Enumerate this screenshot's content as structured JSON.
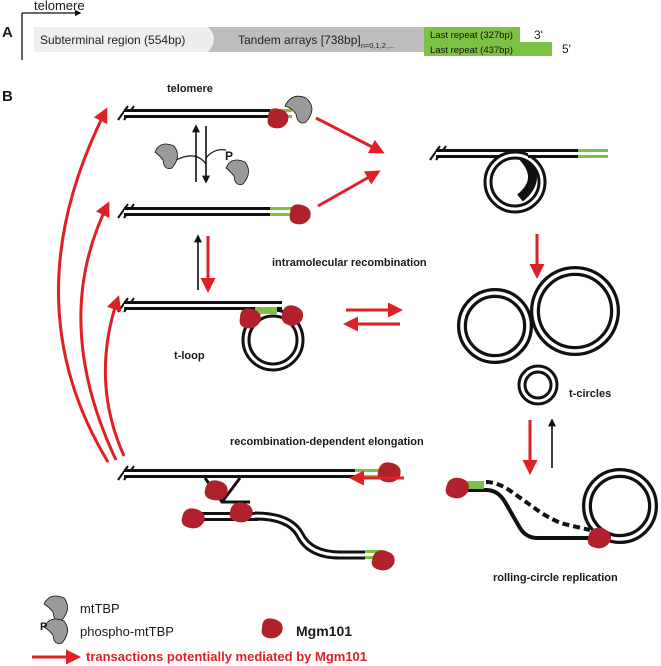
{
  "panel_a": {
    "letter": "A",
    "telomere_label": "telomere",
    "subterminal_label": "Subterminal region (554bp)",
    "tandem_label": "Tandem arrays [738bp]",
    "tandem_subscript": "n=0,1,2,...",
    "repeat_top": "Last repeat (327bp)",
    "repeat_bottom": "Last repeat (437bp)",
    "end_top": "3'",
    "end_bottom": "5'"
  },
  "panel_b": {
    "letter": "B",
    "telomere_label": "telomere",
    "phospho_mark": "P",
    "intramolecular": "intramolecular recombination",
    "tloop": "t-loop",
    "tcircles": "t-circles",
    "rde": "recombination-dependent elongation",
    "rcr": "rolling-circle replication"
  },
  "legend": {
    "mttbp": "mtTBP",
    "phospho_mttbp": "phospho-mtTBP",
    "phospho_mark": "P",
    "mgm101": "Mgm101",
    "transactions": "transactions potentially mediated by Mgm101"
  },
  "colors": {
    "red": "#e01f26",
    "green": "#7dc242",
    "protein": "#b0212b",
    "mttbp": "#9a9a9a",
    "black": "#111111"
  }
}
